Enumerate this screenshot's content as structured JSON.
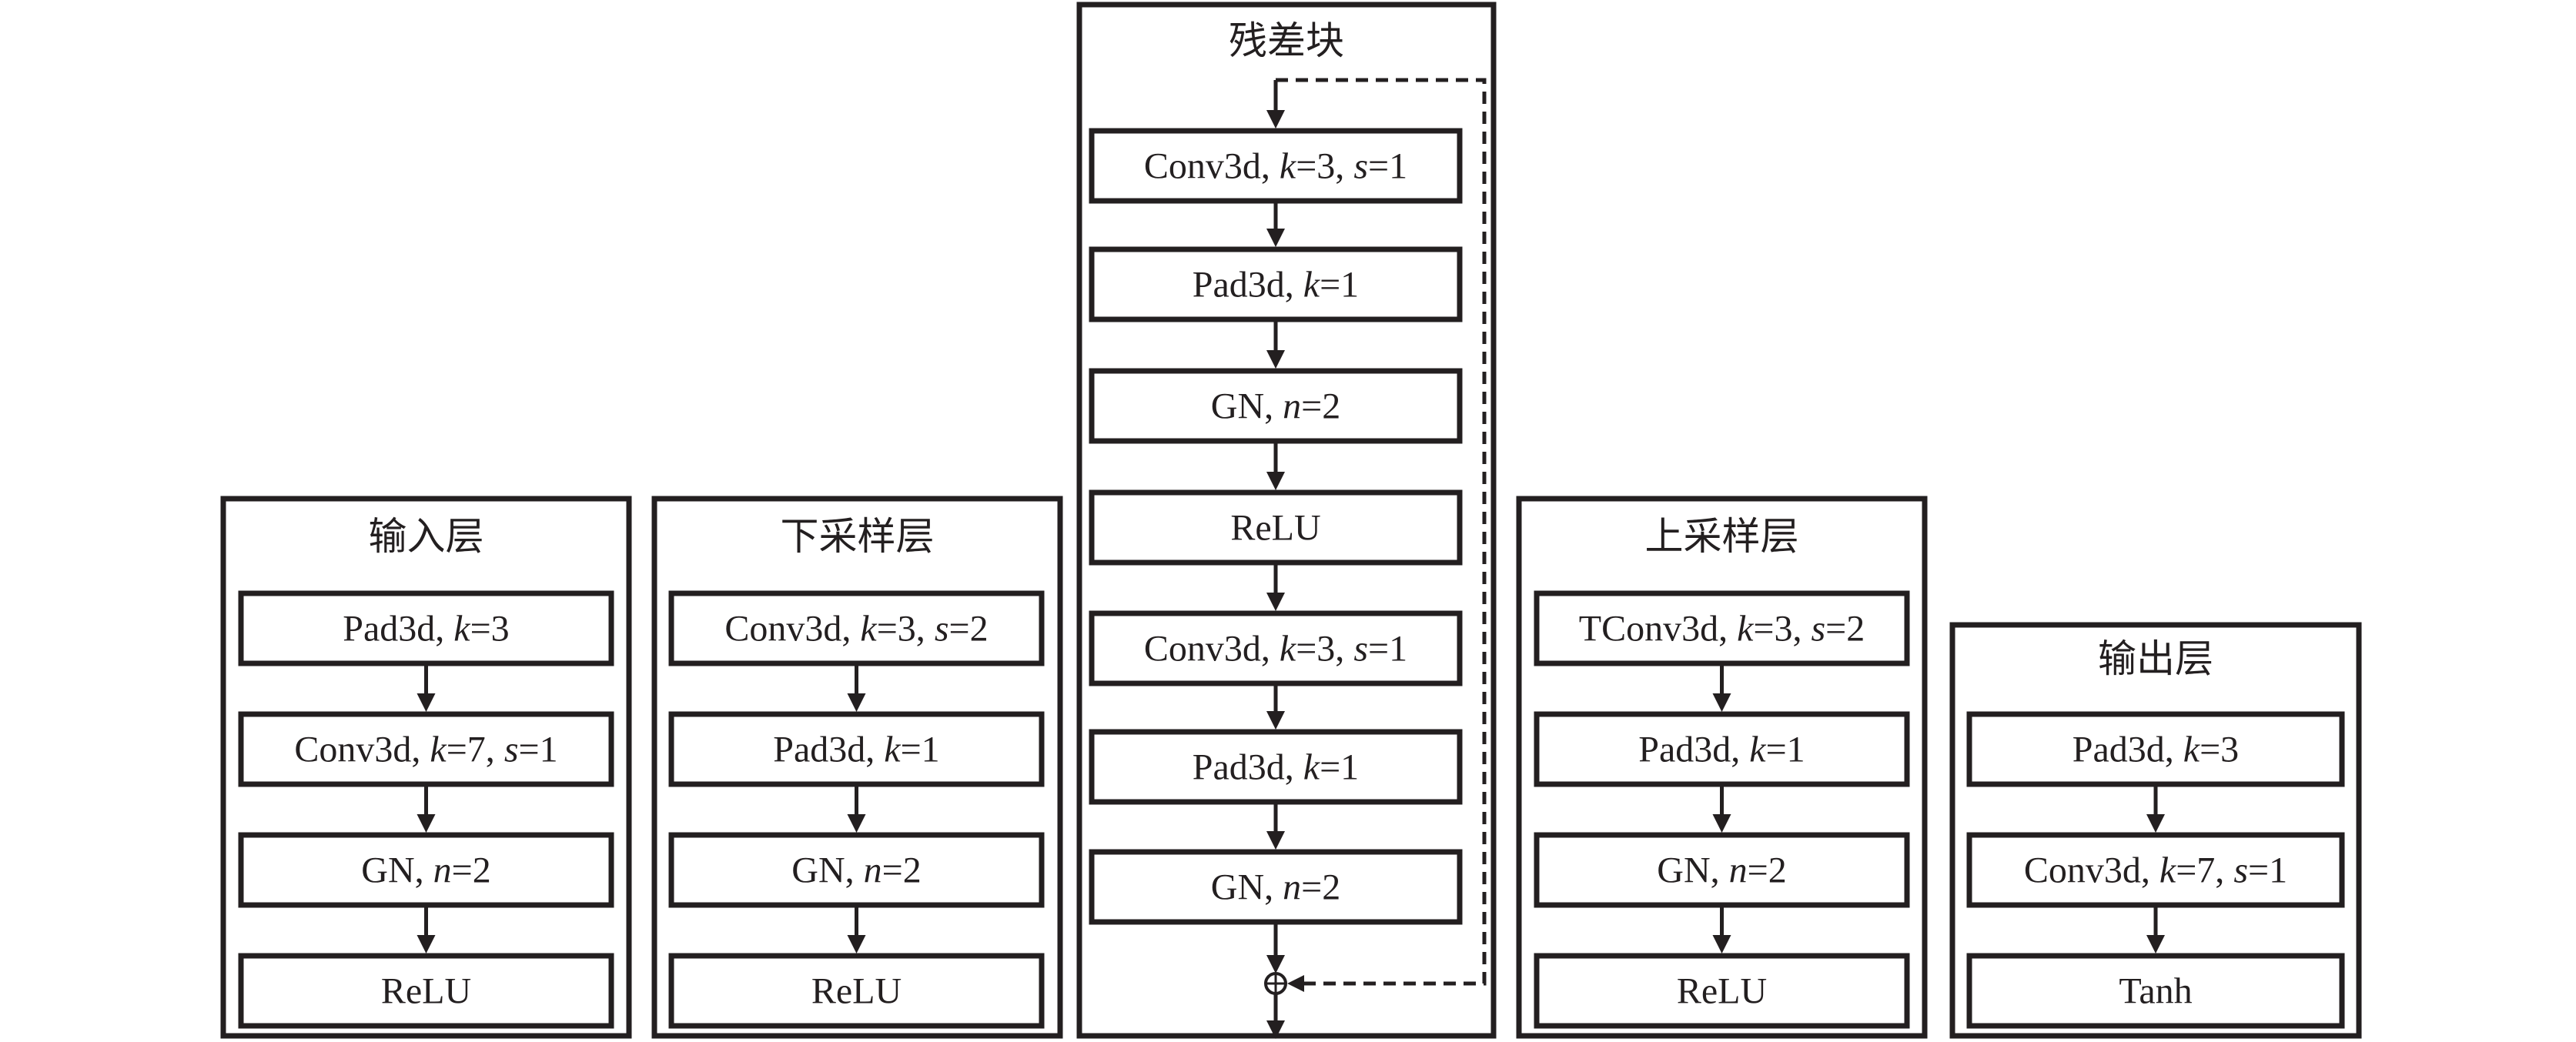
{
  "panels": [
    {
      "id": "input-layer",
      "title": "输入层",
      "steps": [
        [
          {
            "t": "Pad3d, "
          },
          {
            "t": "k",
            "i": true
          },
          {
            "t": "=3"
          }
        ],
        [
          {
            "t": "Conv3d, "
          },
          {
            "t": "k",
            "i": true
          },
          {
            "t": "=7, "
          },
          {
            "t": "s",
            "i": true
          },
          {
            "t": "=1"
          }
        ],
        [
          {
            "t": "GN, "
          },
          {
            "t": "n",
            "i": true
          },
          {
            "t": "=2"
          }
        ],
        [
          {
            "t": "ReLU"
          }
        ]
      ]
    },
    {
      "id": "downsample-layer",
      "title": "下采样层",
      "steps": [
        [
          {
            "t": "Conv3d, "
          },
          {
            "t": "k",
            "i": true
          },
          {
            "t": "=3, "
          },
          {
            "t": "s",
            "i": true
          },
          {
            "t": "=2"
          }
        ],
        [
          {
            "t": "Pad3d, "
          },
          {
            "t": "k",
            "i": true
          },
          {
            "t": "=1"
          }
        ],
        [
          {
            "t": "GN, "
          },
          {
            "t": "n",
            "i": true
          },
          {
            "t": "=2"
          }
        ],
        [
          {
            "t": "ReLU"
          }
        ]
      ]
    },
    {
      "id": "residual-block",
      "title": "残差块",
      "steps": [
        [
          {
            "t": "Conv3d, "
          },
          {
            "t": "k",
            "i": true
          },
          {
            "t": "=3, "
          },
          {
            "t": "s",
            "i": true
          },
          {
            "t": "=1"
          }
        ],
        [
          {
            "t": "Pad3d, "
          },
          {
            "t": "k",
            "i": true
          },
          {
            "t": "=1"
          }
        ],
        [
          {
            "t": "GN, "
          },
          {
            "t": "n",
            "i": true
          },
          {
            "t": "=2"
          }
        ],
        [
          {
            "t": "ReLU"
          }
        ],
        [
          {
            "t": "Conv3d, "
          },
          {
            "t": "k",
            "i": true
          },
          {
            "t": "=3, "
          },
          {
            "t": "s",
            "i": true
          },
          {
            "t": "=1"
          }
        ],
        [
          {
            "t": "Pad3d, "
          },
          {
            "t": "k",
            "i": true
          },
          {
            "t": "=1"
          }
        ],
        [
          {
            "t": "GN, "
          },
          {
            "t": "n",
            "i": true
          },
          {
            "t": "=2"
          }
        ]
      ],
      "skip_connection": true
    },
    {
      "id": "upsample-layer",
      "title": "上采样层",
      "steps": [
        [
          {
            "t": "TConv3d, "
          },
          {
            "t": "k",
            "i": true
          },
          {
            "t": "=3, "
          },
          {
            "t": "s",
            "i": true
          },
          {
            "t": "=2"
          }
        ],
        [
          {
            "t": "Pad3d, "
          },
          {
            "t": "k",
            "i": true
          },
          {
            "t": "=1"
          }
        ],
        [
          {
            "t": "GN, "
          },
          {
            "t": "n",
            "i": true
          },
          {
            "t": "=2"
          }
        ],
        [
          {
            "t": "ReLU"
          }
        ]
      ]
    },
    {
      "id": "output-layer",
      "title": "输出层",
      "steps": [
        [
          {
            "t": "Pad3d, "
          },
          {
            "t": "k",
            "i": true
          },
          {
            "t": "=3"
          }
        ],
        [
          {
            "t": "Conv3d, "
          },
          {
            "t": "k",
            "i": true
          },
          {
            "t": "=7, "
          },
          {
            "t": "s",
            "i": true
          },
          {
            "t": "=1"
          }
        ],
        [
          {
            "t": "Tanh"
          }
        ]
      ]
    }
  ],
  "colors": {
    "stroke": "#231f20",
    "background": "#ffffff"
  }
}
